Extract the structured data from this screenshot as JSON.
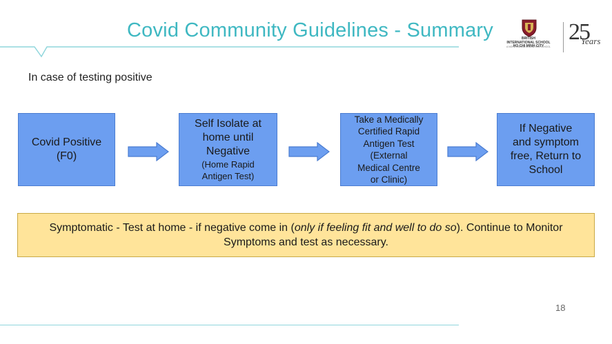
{
  "slide": {
    "title": "Covid Community Guidelines - Summary",
    "subtitle": "In case of testing positive",
    "page_number": "18"
  },
  "logo": {
    "school_name_1": "BRITISH",
    "school_name_2": "INTERNATIONAL SCHOOL",
    "school_name_3": "HO CHI MINH CITY",
    "school_sub": "A NORD ANGLIA EDUCATION SCHOOL",
    "years_number": "25",
    "years_word": "Years"
  },
  "flow": {
    "step1": {
      "line1": "Covid Positive",
      "line2": "(F0)"
    },
    "step2": {
      "line1": "Self Isolate  at",
      "line2": "home until",
      "line3": "Negative",
      "line4": "(Home Rapid",
      "line5": "Antigen Test)"
    },
    "step3": {
      "line1": "Take a Medically",
      "line2": "Certified Rapid",
      "line3": "Antigen Test",
      "line4": "(External",
      "line5": "Medical Centre",
      "line6": "or Clinic)"
    },
    "step4": {
      "line1": "If Negative",
      "line2": "and symptom",
      "line3": "free, Return to",
      "line4": "School"
    }
  },
  "note": {
    "part1": "Symptomatic - Test at home - if negative come in (",
    "italic": "only if feeling fit and well to do so",
    "part2": "). Continue to Monitor Symptoms and test as necessary."
  },
  "colors": {
    "title": "#3fb8c2",
    "box_fill": "#6c9ef0",
    "arrow_fill": "#6c9ef0",
    "note_fill": "#ffe49a"
  }
}
